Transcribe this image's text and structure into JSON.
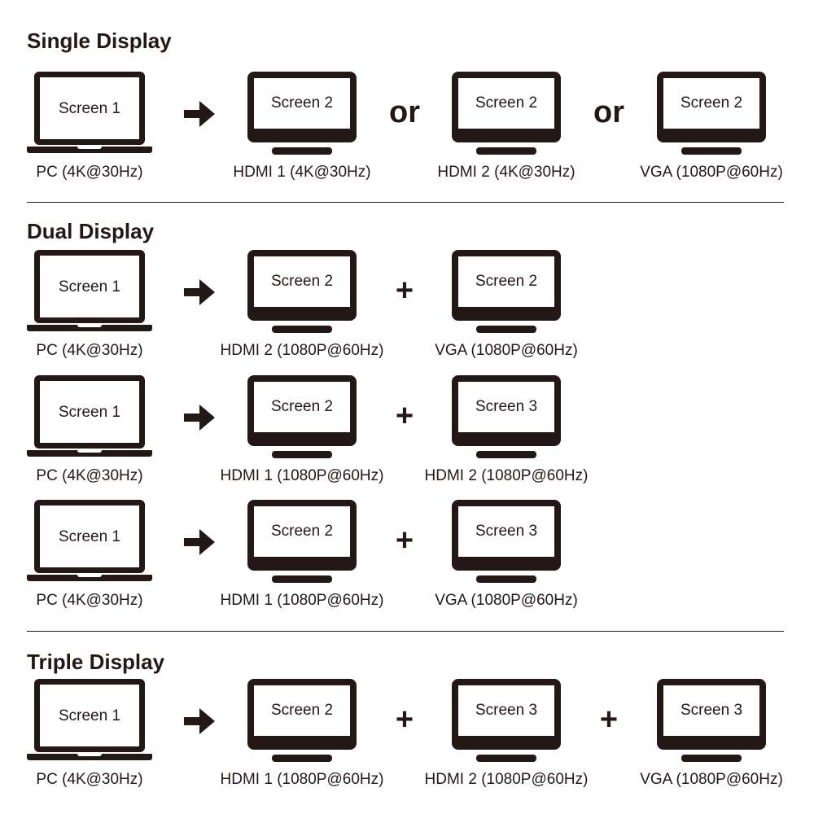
{
  "sections": [
    {
      "heading": "Single Display",
      "rows": [
        {
          "source": {
            "screen": "Screen 1",
            "caption": "PC (4K@30Hz)"
          },
          "displays": [
            {
              "screen": "Screen 2",
              "caption": "HDMI 1 (4K@30Hz)"
            },
            {
              "screen": "Screen 2",
              "caption": "HDMI 2 (4K@30Hz)"
            },
            {
              "screen": "Screen 2",
              "caption": "VGA (1080P@60Hz)"
            }
          ],
          "connectors": [
            "or",
            "or"
          ]
        }
      ]
    },
    {
      "heading": "Dual Display",
      "rows": [
        {
          "source": {
            "screen": "Screen 1",
            "caption": "PC (4K@30Hz)"
          },
          "displays": [
            {
              "screen": "Screen 2",
              "caption": "HDMI 2 (1080P@60Hz)"
            },
            {
              "screen": "Screen 2",
              "caption": "VGA (1080P@60Hz)"
            }
          ],
          "connectors": [
            "+"
          ]
        },
        {
          "source": {
            "screen": "Screen 1",
            "caption": "PC (4K@30Hz)"
          },
          "displays": [
            {
              "screen": "Screen 2",
              "caption": "HDMI 1 (1080P@60Hz)"
            },
            {
              "screen": "Screen 3",
              "caption": "HDMI 2 (1080P@60Hz)"
            }
          ],
          "connectors": [
            "+"
          ]
        },
        {
          "source": {
            "screen": "Screen 1",
            "caption": "PC (4K@30Hz)"
          },
          "displays": [
            {
              "screen": "Screen 2",
              "caption": "HDMI 1 (1080P@60Hz)"
            },
            {
              "screen": "Screen 3",
              "caption": "VGA (1080P@60Hz)"
            }
          ],
          "connectors": [
            "+"
          ]
        }
      ]
    },
    {
      "heading": "Triple Display",
      "rows": [
        {
          "source": {
            "screen": "Screen 1",
            "caption": "PC (4K@30Hz)"
          },
          "displays": [
            {
              "screen": "Screen 2",
              "caption": "HDMI 1 (1080P@60Hz)"
            },
            {
              "screen": "Screen 3",
              "caption": "HDMI 2 (1080P@60Hz)"
            },
            {
              "screen": "Screen 3",
              "caption": "VGA (1080P@60Hz)"
            }
          ],
          "connectors": [
            "+",
            "+"
          ]
        }
      ]
    }
  ]
}
